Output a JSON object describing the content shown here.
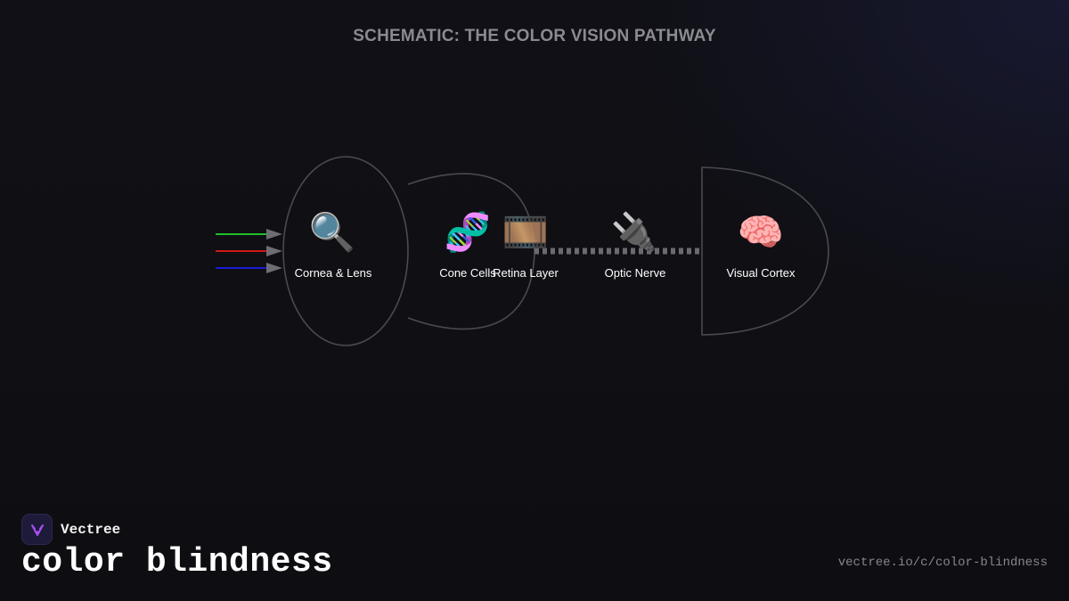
{
  "diagram": {
    "title": "SCHEMATIC: THE COLOR VISION PATHWAY",
    "light_rays": [
      {
        "color": "#1fbf2a"
      },
      {
        "color": "#d01818"
      },
      {
        "color": "#1a1ad6"
      }
    ],
    "nodes": [
      {
        "icon": "🔍",
        "icon_name": "magnifier-icon",
        "label": "Cornea & Lens"
      },
      {
        "icon": "🧬",
        "icon_name": "dna-icon",
        "label": "Cone Cells"
      },
      {
        "icon": "🎞️",
        "icon_name": "film-strip-icon",
        "label": "Retina Layer"
      },
      {
        "icon": "🔌",
        "icon_name": "plug-icon",
        "label": "Optic Nerve"
      },
      {
        "icon": "🧠",
        "icon_name": "brain-icon",
        "label": "Visual Cortex"
      }
    ]
  },
  "footer": {
    "brand": "Vectree",
    "topic": "color blindness",
    "url": "vectree.io/c/color-blindness"
  },
  "colors": {
    "background": "#0f0f14",
    "outline": "#4a4a50",
    "nerve": "#6a6a70",
    "title": "#8a8a90",
    "brand_accent": "#a64ff0"
  }
}
